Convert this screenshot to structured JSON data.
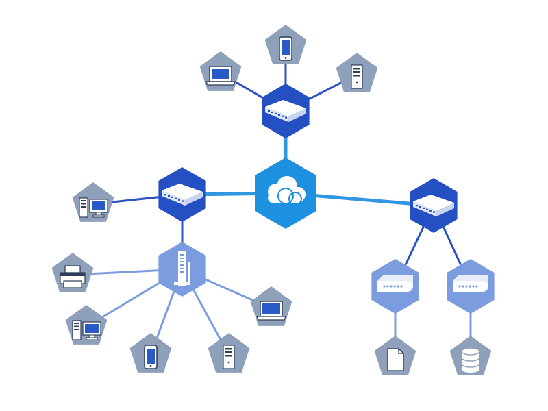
{
  "colors": {
    "background": "#ffffff",
    "cloud_fill": "#1e90e0",
    "switch_fill": "#2550c4",
    "server_fill": "#7b9de0",
    "device_fill": "#8fa0bb",
    "storage_fill": "#7b9de0",
    "link_cloud": "#2e97e0",
    "link_switch": "#2b52c2",
    "link_server": "#7b9de0",
    "icon_dark": "#2f3e57",
    "icon_white": "#ffffff"
  },
  "nodes": [
    {
      "id": "cloud",
      "role": "cloud",
      "shape": "hexagon",
      "icon": "cloud-icon"
    },
    {
      "id": "switch-top",
      "role": "switch",
      "shape": "hexagon",
      "icon": "network-switch-icon"
    },
    {
      "id": "switch-left",
      "role": "switch",
      "shape": "hexagon",
      "icon": "network-switch-icon"
    },
    {
      "id": "switch-right",
      "role": "switch",
      "shape": "hexagon",
      "icon": "network-switch-icon"
    },
    {
      "id": "server-rack",
      "role": "server",
      "shape": "hexagon",
      "icon": "server-rack-icon"
    },
    {
      "id": "storage-1",
      "role": "storage",
      "shape": "hexagon",
      "icon": "storage-drive-icon"
    },
    {
      "id": "storage-2",
      "role": "storage",
      "shape": "hexagon",
      "icon": "storage-drive-icon"
    },
    {
      "id": "top-laptop",
      "role": "device",
      "shape": "pentagon",
      "icon": "laptop-icon"
    },
    {
      "id": "top-phone",
      "role": "device",
      "shape": "pentagon",
      "icon": "smartphone-icon"
    },
    {
      "id": "top-tower",
      "role": "device",
      "shape": "pentagon",
      "icon": "computer-tower-icon"
    },
    {
      "id": "left-desktop",
      "role": "device",
      "shape": "pentagon",
      "icon": "desktop-computer-icon"
    },
    {
      "id": "printer",
      "role": "device",
      "shape": "pentagon",
      "icon": "printer-icon"
    },
    {
      "id": "desktop-2",
      "role": "device",
      "shape": "pentagon",
      "icon": "desktop-computer-icon"
    },
    {
      "id": "phone-2",
      "role": "device",
      "shape": "pentagon",
      "icon": "smartphone-icon"
    },
    {
      "id": "tower-2",
      "role": "device",
      "shape": "pentagon",
      "icon": "computer-tower-icon"
    },
    {
      "id": "laptop-2",
      "role": "device",
      "shape": "pentagon",
      "icon": "laptop-icon"
    },
    {
      "id": "document",
      "role": "device",
      "shape": "pentagon",
      "icon": "document-icon"
    },
    {
      "id": "database",
      "role": "device",
      "shape": "pentagon",
      "icon": "database-icon"
    }
  ],
  "links": [
    {
      "from": "cloud",
      "to": "switch-top",
      "style": "link_cloud"
    },
    {
      "from": "cloud",
      "to": "switch-left",
      "style": "link_cloud"
    },
    {
      "from": "cloud",
      "to": "switch-right",
      "style": "link_cloud"
    },
    {
      "from": "switch-top",
      "to": "top-laptop",
      "style": "link_switch"
    },
    {
      "from": "switch-top",
      "to": "top-phone",
      "style": "link_switch"
    },
    {
      "from": "switch-top",
      "to": "top-tower",
      "style": "link_switch"
    },
    {
      "from": "switch-left",
      "to": "left-desktop",
      "style": "link_switch"
    },
    {
      "from": "switch-left",
      "to": "server-rack",
      "style": "link_switch"
    },
    {
      "from": "switch-right",
      "to": "storage-1",
      "style": "link_switch"
    },
    {
      "from": "switch-right",
      "to": "storage-2",
      "style": "link_switch"
    },
    {
      "from": "server-rack",
      "to": "printer",
      "style": "link_server"
    },
    {
      "from": "server-rack",
      "to": "desktop-2",
      "style": "link_server"
    },
    {
      "from": "server-rack",
      "to": "phone-2",
      "style": "link_server"
    },
    {
      "from": "server-rack",
      "to": "tower-2",
      "style": "link_server"
    },
    {
      "from": "server-rack",
      "to": "laptop-2",
      "style": "link_server"
    },
    {
      "from": "storage-1",
      "to": "document",
      "style": "link_server"
    },
    {
      "from": "storage-2",
      "to": "database",
      "style": "link_server"
    }
  ]
}
